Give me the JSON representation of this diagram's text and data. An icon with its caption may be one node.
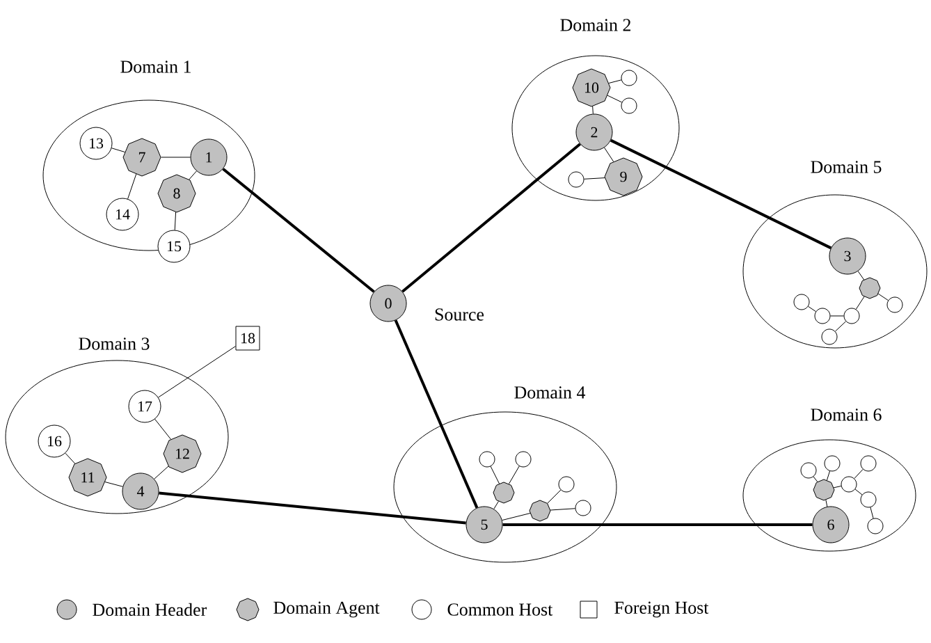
{
  "diagram": {
    "nodes": [
      {
        "text": [
          "Domain 1"
        ]
      },
      {
        "text": [
          "1"
        ],
        "in": 0
      },
      {
        "text": [
          "7"
        ],
        "in": 0
      },
      {
        "text": [
          "8"
        ],
        "in": 0
      },
      {
        "text": [
          "13"
        ],
        "in": 0
      },
      {
        "text": [
          "14"
        ],
        "in": 0
      },
      {
        "text": [
          "15"
        ],
        "in": 0
      },
      {
        "text": [
          "Domain 2"
        ]
      },
      {
        "text": [
          "10"
        ],
        "in": 7
      },
      {
        "text": [
          "2"
        ],
        "in": 7
      },
      {
        "text": [
          "9"
        ],
        "in": 7
      },
      {
        "text": [],
        "shape": "circle",
        "in": 7
      },
      {
        "text": [],
        "shape": "circle",
        "in": 7
      },
      {
        "text": [],
        "shape": "circle",
        "in": 7
      },
      {
        "text": [
          "Domain 5"
        ]
      },
      {
        "text": [
          "3"
        ],
        "in": 14
      },
      {
        "text": [],
        "shape": "octagon",
        "in": 14
      },
      {
        "text": [],
        "shape": "circle",
        "in": 14
      },
      {
        "text": [],
        "shape": "circle",
        "in": 14
      },
      {
        "text": [],
        "shape": "circle",
        "in": 14
      },
      {
        "text": [],
        "shape": "circle",
        "in": 14
      },
      {
        "text": [],
        "shape": "circle",
        "in": 14
      },
      {
        "text": [
          "0"
        ],
        "beside": [
          "Source"
        ]
      },
      {
        "text": [
          "Domain 3"
        ]
      },
      {
        "text": [
          "17"
        ],
        "in": 23
      },
      {
        "text": [
          "16"
        ],
        "in": 23
      },
      {
        "text": [
          "12"
        ],
        "in": 23
      },
      {
        "text": [
          "11"
        ],
        "in": 23
      },
      {
        "text": [
          "4"
        ],
        "in": 23
      },
      {
        "text": [
          "18"
        ]
      },
      {
        "text": [
          "Domain 4"
        ]
      },
      {
        "text": [],
        "shape": "octagon",
        "in": 30
      },
      {
        "text": [],
        "shape": "circle",
        "in": 30
      },
      {
        "text": [],
        "shape": "circle",
        "in": 30
      },
      {
        "text": [],
        "shape": "octagon",
        "in": 30
      },
      {
        "text": [],
        "shape": "circle",
        "in": 30
      },
      {
        "text": [],
        "shape": "circle",
        "in": 30
      },
      {
        "text": [
          "5"
        ],
        "in": 30
      },
      {
        "text": [
          "Domain 6"
        ]
      },
      {
        "text": [],
        "shape": "circle",
        "in": 38
      },
      {
        "text": [],
        "shape": "circle",
        "in": 38
      },
      {
        "text": [],
        "shape": "circle",
        "in": 38
      },
      {
        "text": [],
        "shape": "octagon",
        "in": 38
      },
      {
        "text": [],
        "shape": "circle",
        "in": 38
      },
      {
        "text": [],
        "shape": "circle",
        "in": 38
      },
      {
        "text": [],
        "shape": "circle",
        "in": 38
      },
      {
        "text": [
          "6"
        ],
        "in": 38
      }
    ],
    "edges": [
      {
        "from": 2,
        "to": 1,
        "arrow": "none"
      },
      {
        "from": 2,
        "to": 4,
        "arrow": "none"
      },
      {
        "from": 2,
        "to": 5,
        "arrow": "none"
      },
      {
        "from": 1,
        "to": 3,
        "arrow": "none"
      },
      {
        "from": 3,
        "to": 6,
        "arrow": "none"
      },
      {
        "from": 8,
        "to": 9,
        "arrow": "none"
      },
      {
        "from": 8,
        "to": 11,
        "arrow": "none"
      },
      {
        "from": 8,
        "to": 12,
        "arrow": "none"
      },
      {
        "from": 9,
        "to": 10,
        "arrow": "none"
      },
      {
        "from": 10,
        "to": 13,
        "arrow": "none"
      },
      {
        "from": 15,
        "to": 16,
        "arrow": "none"
      },
      {
        "from": 16,
        "to": 17,
        "arrow": "none"
      },
      {
        "from": 16,
        "to": 18,
        "arrow": "none"
      },
      {
        "from": 18,
        "to": 19,
        "arrow": "none"
      },
      {
        "from": 18,
        "to": 20,
        "arrow": "none"
      },
      {
        "from": 20,
        "to": 21,
        "arrow": "none"
      },
      {
        "from": 29,
        "to": 24,
        "arrow": "none"
      },
      {
        "from": 24,
        "to": 26,
        "arrow": "none"
      },
      {
        "from": 26,
        "to": 28,
        "arrow": "none"
      },
      {
        "from": 25,
        "to": 27,
        "arrow": "none"
      },
      {
        "from": 27,
        "to": 28,
        "arrow": "none"
      },
      {
        "from": 37,
        "to": 31,
        "arrow": "none"
      },
      {
        "from": 31,
        "to": 32,
        "arrow": "none"
      },
      {
        "from": 31,
        "to": 33,
        "arrow": "none"
      },
      {
        "from": 37,
        "to": 34,
        "arrow": "none"
      },
      {
        "from": 34,
        "to": 35,
        "arrow": "none"
      },
      {
        "from": 34,
        "to": 36,
        "arrow": "none"
      },
      {
        "from": 46,
        "to": 42,
        "arrow": "none"
      },
      {
        "from": 42,
        "to": 39,
        "arrow": "none"
      },
      {
        "from": 42,
        "to": 40,
        "arrow": "none"
      },
      {
        "from": 42,
        "to": 43,
        "arrow": "none"
      },
      {
        "from": 43,
        "to": 41,
        "arrow": "none"
      },
      {
        "from": 43,
        "to": 44,
        "arrow": "none"
      },
      {
        "from": 44,
        "to": 45,
        "arrow": "none"
      },
      {
        "from": 1,
        "to": 22,
        "arrow": "none",
        "style": "thick"
      },
      {
        "from": 22,
        "to": 9,
        "arrow": "none",
        "style": "thick"
      },
      {
        "from": 9,
        "to": 15,
        "arrow": "none",
        "style": "thick"
      },
      {
        "from": 22,
        "to": 37,
        "arrow": "none",
        "style": "thick"
      },
      {
        "from": 28,
        "to": 37,
        "arrow": "none",
        "style": "thick"
      },
      {
        "from": 37,
        "to": 46,
        "arrow": "none",
        "style": "thick"
      }
    ],
    "legend": [
      {
        "text": "Domain Header"
      },
      {
        "text": "Domain Agent"
      },
      {
        "text": "Common Host"
      },
      {
        "text": "Foreign Host"
      }
    ]
  }
}
